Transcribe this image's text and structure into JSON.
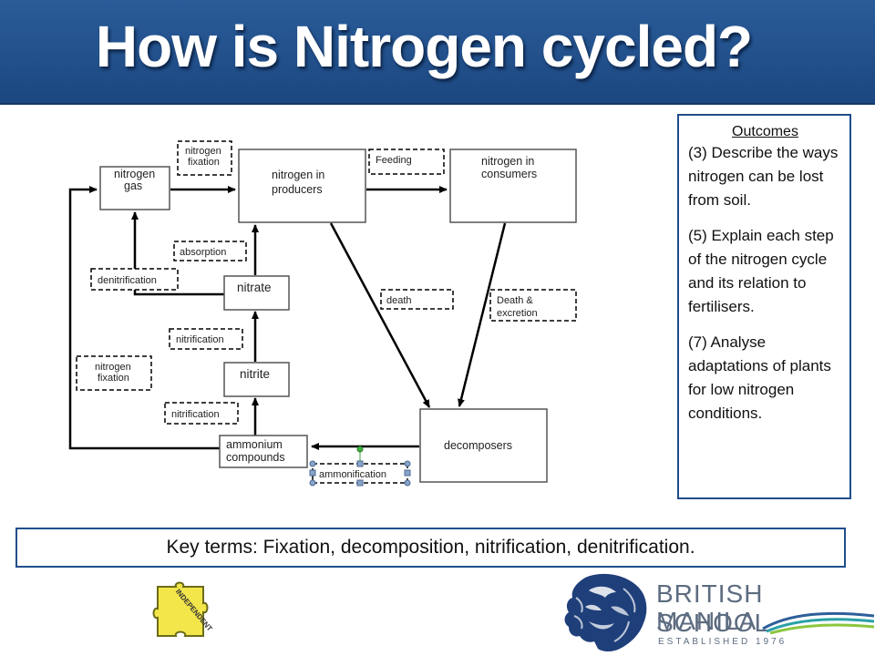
{
  "title": "How is Nitrogen cycled?",
  "diagram": {
    "nodes": {
      "nitrogen_gas": [
        "nitrogen",
        "gas"
      ],
      "producers": [
        "nitrogen in",
        "producers"
      ],
      "consumers": [
        "nitrogen in",
        "consumers"
      ],
      "nitrate": "nitrate",
      "nitrite": "nitrite",
      "ammonium": [
        "ammonium",
        "compounds"
      ],
      "decomposers": "decomposers"
    },
    "labels": {
      "fixation_top": [
        "nitrogen",
        "fixation"
      ],
      "feeding": "Feeding",
      "absorption": "absorption",
      "denitrification": "denitrification",
      "death": "death",
      "death_excretion": [
        "Death &",
        "excretion"
      ],
      "nitrification_upper": "nitrification",
      "fixation_left": [
        "nitrogen",
        "fixation"
      ],
      "nitrification_lower": "nitrification",
      "ammonification": "ammonification"
    }
  },
  "outcomes": {
    "title": "Outcomes",
    "items": [
      "(3) Describe the ways nitrogen can be lost from soil.",
      "(5) Explain each step of the nitrogen cycle and its relation to fertilisers.",
      "(7) Analyse adaptations of plants for low nitrogen conditions."
    ]
  },
  "key_terms": "Key terms: Fixation, decomposition, nitrification, denitrification.",
  "puzzle_text": "INDEPENDENT",
  "logo": {
    "line1": "BRITISH SCHOOL",
    "line2": "MANILA",
    "line3": "ESTABLISHED 1976"
  }
}
